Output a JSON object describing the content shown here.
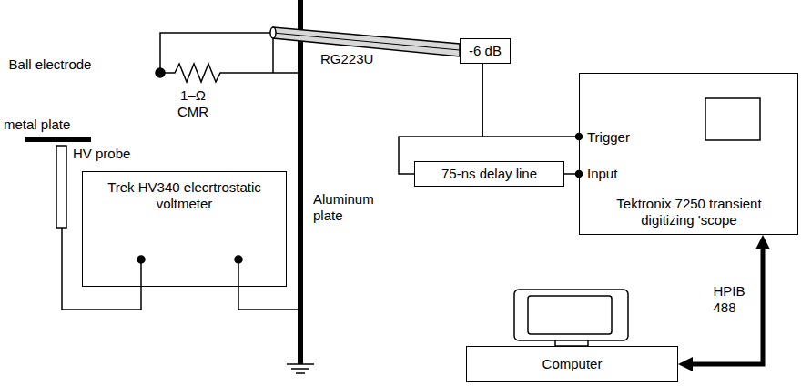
{
  "diagram": {
    "nodes": [
      {
        "text": [
          "-6 dB"
        ]
      },
      {
        "text": [
          "75-ns delay line"
        ]
      },
      {
        "text": [
          "Trigger",
          "Input",
          "Tektronix 7250 transient digitizing 'scope"
        ]
      },
      {
        "text": [
          "Trek HV340 elecrtrostatic voltmeter"
        ]
      },
      {
        "text": [
          "Computer"
        ]
      }
    ],
    "edges": [
      {
        "from": 0,
        "to": 2,
        "arrow": "none"
      },
      {
        "from": 0,
        "to": 1,
        "arrow": "none"
      },
      {
        "from": 1,
        "to": 2,
        "arrow": "none"
      },
      {
        "from": 4,
        "to": 2,
        "arrow": "both",
        "label": "HPIB 488"
      }
    ],
    "labels": [
      "Ball electrode",
      "1–Ω CMR",
      "RG223U",
      "metal plate",
      "HV probe",
      "Aluminum plate"
    ]
  }
}
